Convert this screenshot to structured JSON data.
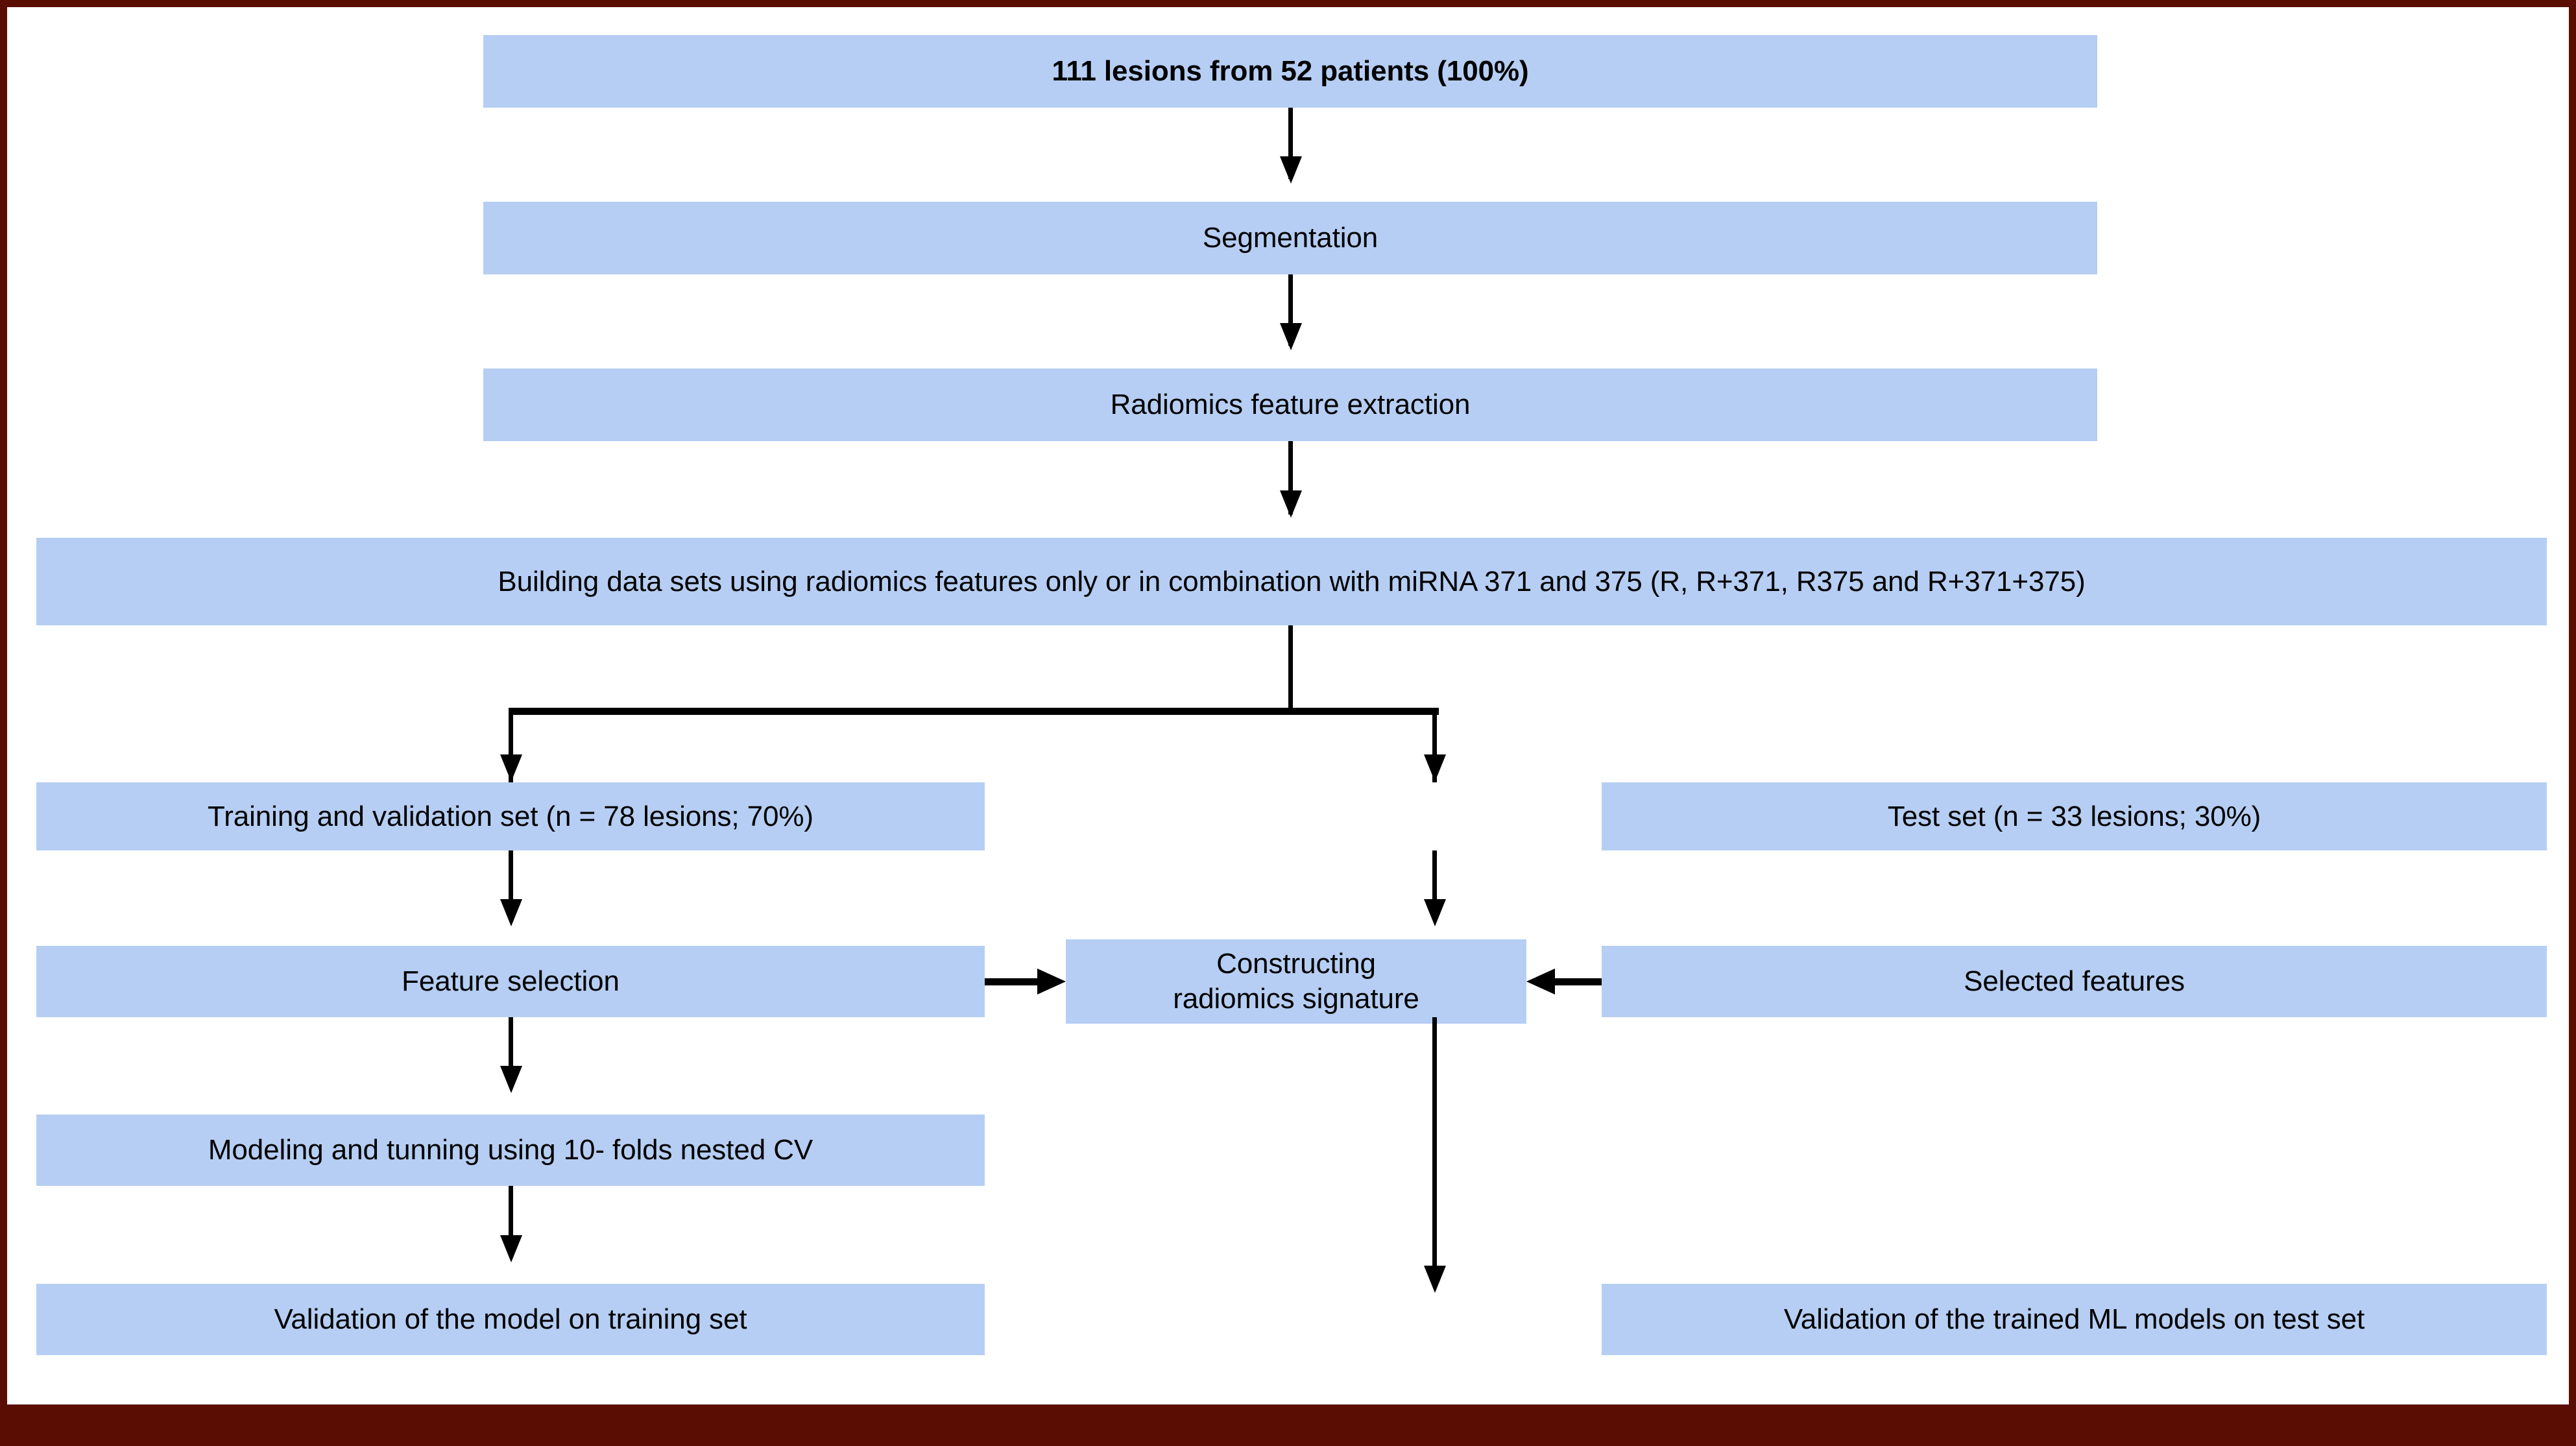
{
  "figure": {
    "type": "flowchart",
    "title": "Radiomics and miRNA machine-learning study workflow",
    "frame_color": "#5a0d03",
    "node_fill_color": "#b6cef3",
    "connector_color": "#000000",
    "background_color": "#ffffff"
  },
  "nodes": {
    "cohort": {
      "label": "111 lesions from 52 patients (100%)",
      "bold": true
    },
    "segmentation": {
      "label": "Segmentation",
      "bold": false
    },
    "feature_extraction": {
      "label": "Radiomics feature extraction",
      "bold": false
    },
    "dataset_building": {
      "label": "Building data sets using radiomics features only or in combination with miRNA 371 and 375 (R, R+371, R375 and R+371+375)",
      "bold": false
    },
    "training_set": {
      "label": "Training and validation set (n = 78 lesions; 70%)",
      "bold": false
    },
    "test_set": {
      "label": "Test set (n = 33 lesions; 30%)",
      "bold": false
    },
    "feature_selection": {
      "label": "Feature selection",
      "bold": false
    },
    "signature": {
      "line1": "Constructing",
      "line2": "radiomics signature",
      "bold": false
    },
    "selected_features": {
      "label": "Selected features",
      "bold": false
    },
    "modeling": {
      "label": "Modeling and tunning using 10- folds nested CV",
      "bold": false
    },
    "validation_training": {
      "label": "Validation of the model on training set",
      "bold": false
    },
    "validation_test": {
      "label": "Validation of the trained ML models on test set",
      "bold": false
    }
  },
  "edges": [
    {
      "from": "cohort",
      "to": "segmentation",
      "kind": "arrow-down"
    },
    {
      "from": "segmentation",
      "to": "feature_extraction",
      "kind": "arrow-down"
    },
    {
      "from": "feature_extraction",
      "to": "dataset_building",
      "kind": "arrow-down"
    },
    {
      "from": "dataset_building",
      "to": "training_set",
      "kind": "split-arrow-down-left"
    },
    {
      "from": "dataset_building",
      "to": "test_set",
      "kind": "split-arrow-down-right"
    },
    {
      "from": "training_set",
      "to": "feature_selection",
      "kind": "arrow-down"
    },
    {
      "from": "test_set",
      "to": "selected_features",
      "kind": "arrow-down"
    },
    {
      "from": "feature_selection",
      "to": "signature",
      "kind": "arrow-right"
    },
    {
      "from": "selected_features",
      "to": "signature",
      "kind": "arrow-left"
    },
    {
      "from": "feature_selection",
      "to": "modeling",
      "kind": "arrow-down"
    },
    {
      "from": "modeling",
      "to": "validation_training",
      "kind": "arrow-down"
    },
    {
      "from": "selected_features",
      "to": "validation_test",
      "kind": "arrow-down"
    }
  ],
  "chart_data": {
    "type": "table",
    "title": "Cohort split",
    "categories": [
      "Total lesions",
      "Training and validation set",
      "Test set"
    ],
    "values": [
      111,
      78,
      33
    ],
    "percentages": [
      100,
      70,
      30
    ],
    "patients": 52,
    "cross_validation_folds": 10,
    "data_sets": [
      "R",
      "R+371",
      "R375",
      "R+371+375"
    ],
    "mirna_markers": [
      371,
      375
    ]
  }
}
